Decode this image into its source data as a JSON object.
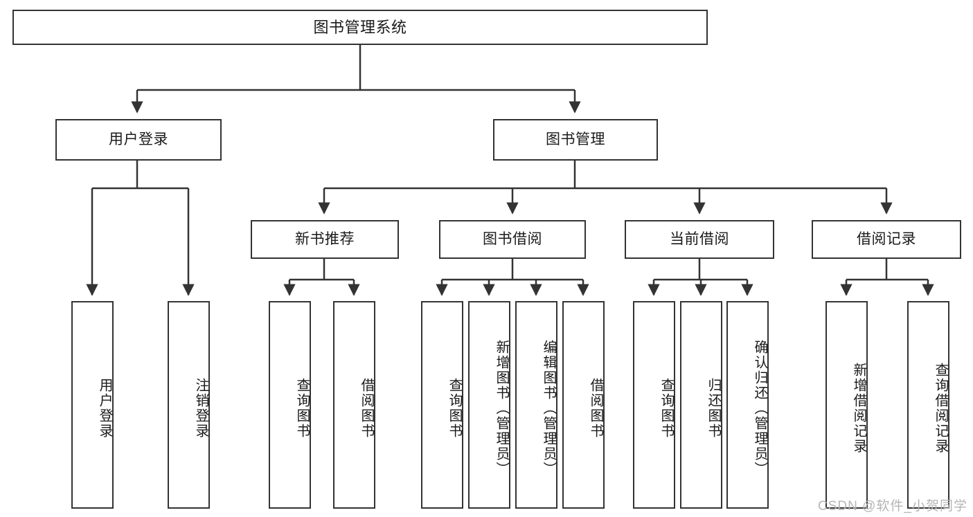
{
  "diagram": {
    "type": "tree",
    "title": "图书管理系统",
    "root": {
      "id": "root",
      "label": "图书管理系统"
    },
    "level2": [
      {
        "id": "user-login",
        "label": "用户登录"
      },
      {
        "id": "book-manage",
        "label": "图书管理"
      }
    ],
    "level3": [
      {
        "id": "new-book-rec",
        "label": "新书推荐"
      },
      {
        "id": "book-borrow",
        "label": "图书借阅"
      },
      {
        "id": "current-borrow",
        "label": "当前借阅"
      },
      {
        "id": "borrow-record",
        "label": "借阅记录"
      }
    ],
    "leaves": {
      "user_login": [
        {
          "id": "leaf-user-login",
          "label": "用户登录"
        },
        {
          "id": "leaf-user-logout",
          "label": "注销登录"
        }
      ],
      "new_book_rec": [
        {
          "id": "leaf-query-book-1",
          "label": "查询图书"
        },
        {
          "id": "leaf-borrow-book-1",
          "label": "借阅图书"
        }
      ],
      "book_borrow": [
        {
          "id": "leaf-query-book-2",
          "label": "查询图书"
        },
        {
          "id": "leaf-add-book",
          "label": "新增图书（管理员）"
        },
        {
          "id": "leaf-edit-book",
          "label": "编辑图书（管理员）"
        },
        {
          "id": "leaf-borrow-book-2",
          "label": "借阅图书"
        }
      ],
      "current_borrow": [
        {
          "id": "leaf-query-book-3",
          "label": "查询图书"
        },
        {
          "id": "leaf-return-book",
          "label": "归还图书"
        },
        {
          "id": "leaf-confirm-return",
          "label": "确认归还（管理员）"
        }
      ],
      "borrow_record": [
        {
          "id": "leaf-add-record",
          "label": "新增借阅记录"
        },
        {
          "id": "leaf-query-record",
          "label": "查询借阅记录"
        }
      ]
    }
  },
  "watermark": {
    "text": "CSDN @软件_小贺同学"
  },
  "colors": {
    "stroke": "#333333",
    "box_fill": "#ffffff",
    "text": "#1a1a1a",
    "watermark": "#b5b5b5",
    "background": "#ffffff"
  }
}
